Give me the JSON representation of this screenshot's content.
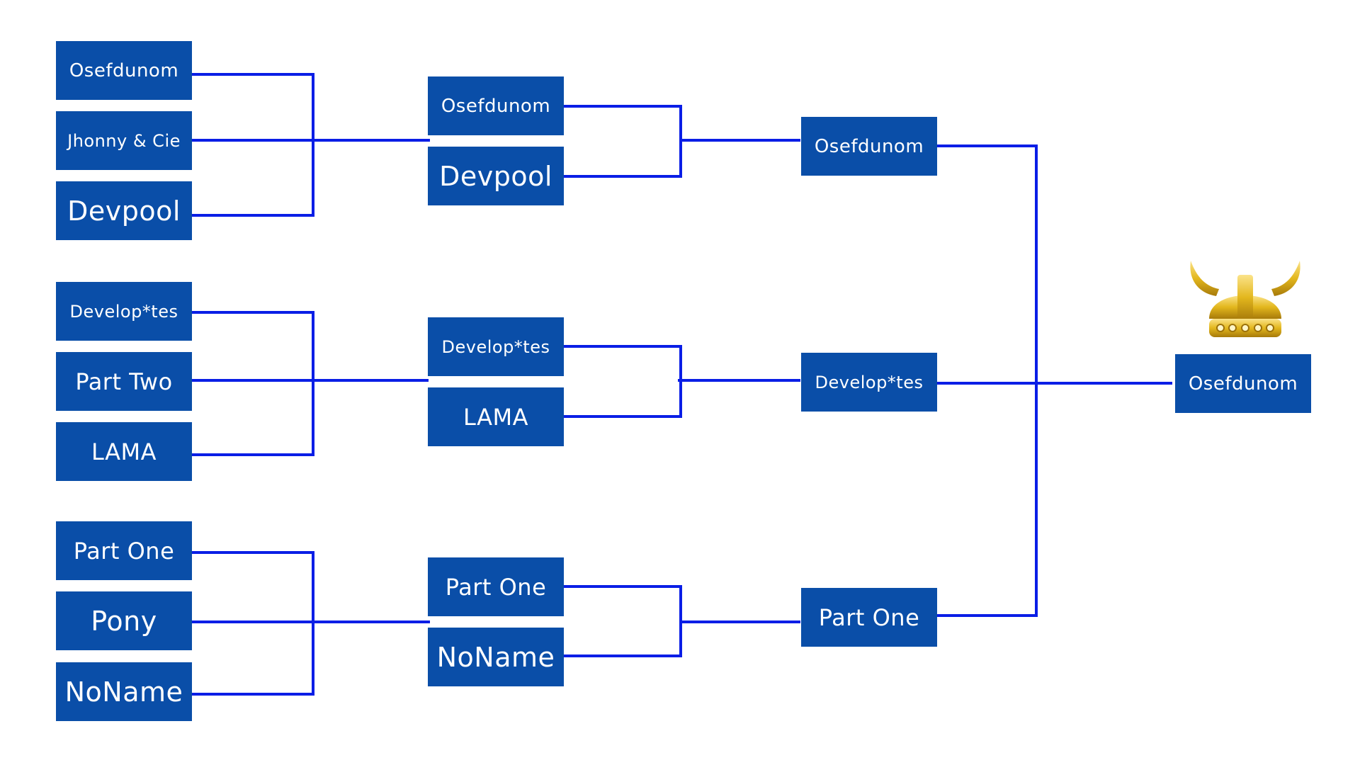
{
  "bracket": {
    "round1": {
      "group1": [
        "Osefdunom",
        "Jhonny & Cie",
        "Devpool"
      ],
      "group2": [
        "Develop*tes",
        "Part Two",
        "LAMA"
      ],
      "group3": [
        "Part One",
        "Pony",
        "NoName"
      ]
    },
    "round2": {
      "group1": [
        "Osefdunom",
        "Devpool"
      ],
      "group2": [
        "Develop*tes",
        "LAMA"
      ],
      "group3": [
        "Part One",
        "NoName"
      ]
    },
    "round3": [
      "Osefdunom",
      "Develop*tes",
      "Part One"
    ],
    "champion": "Osefdunom"
  },
  "colors": {
    "box_fill": "#0a4ea8",
    "connector": "#0a1ee6",
    "text": "#ffffff",
    "trophy": "#e3b71d"
  },
  "icons": {
    "trophy": "viking-helmet-icon"
  }
}
